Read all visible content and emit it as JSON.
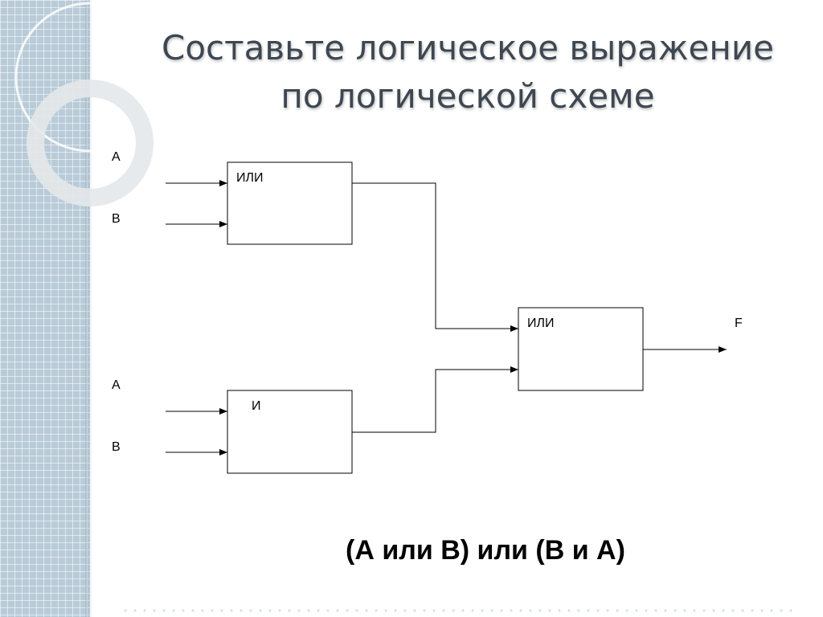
{
  "slide": {
    "title_line1": "Составьте логическое выражение",
    "title_line2": "по логической схеме",
    "answer": "(А или В) или (В и А)"
  },
  "circuit": {
    "inputs": {
      "a1": "A",
      "b1": "B",
      "a2": "A",
      "b2": "B"
    },
    "gates": {
      "or1": "ИЛИ",
      "and1": "И",
      "or2": "ИЛИ"
    },
    "output": "F"
  },
  "colors": {
    "sidebar": "#b9cbd8",
    "title": "#3d4752",
    "lines": "#000000"
  }
}
